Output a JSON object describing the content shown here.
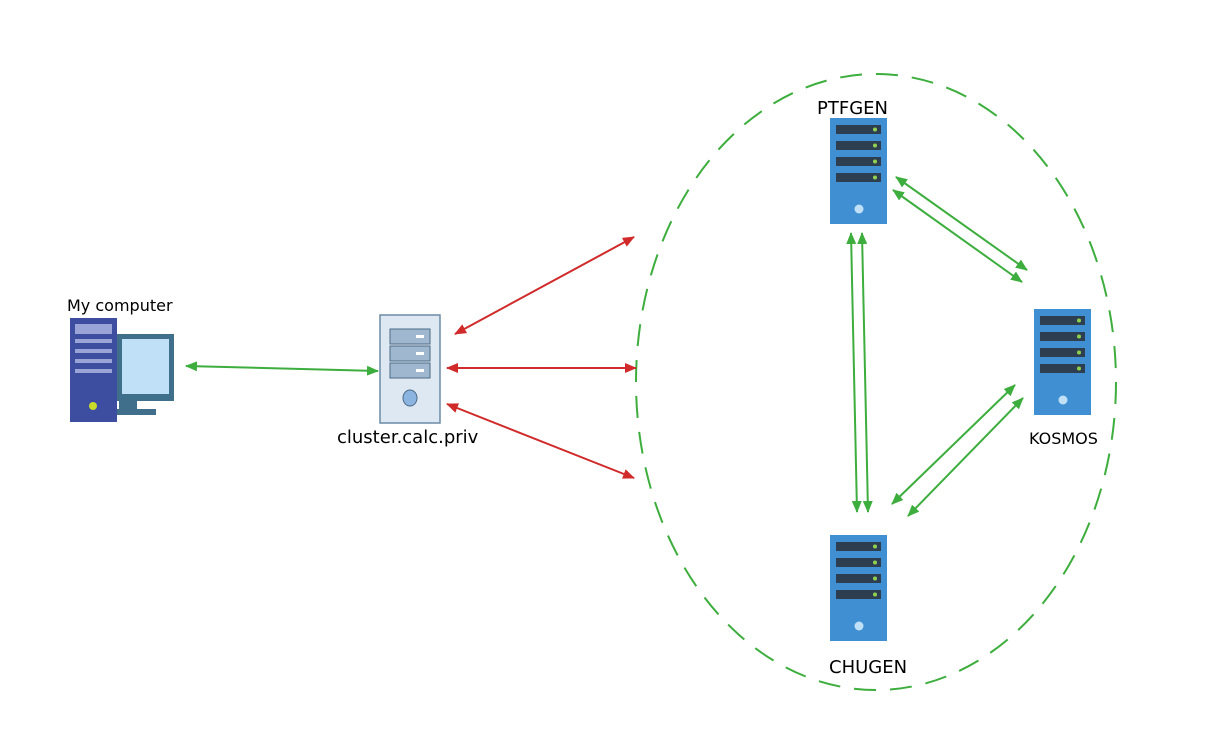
{
  "nodes": {
    "my_computer": "My computer",
    "cluster": "cluster.calc.priv",
    "ptfgen": "PTFGEN",
    "kosmos": "KOSMOS",
    "chugen": "CHUGEN"
  },
  "colors": {
    "green_link": "#3dae3d",
    "red_link": "#d02a2a",
    "cluster_boundary": "#3dae3d",
    "server_blue": "#3f8fd2",
    "server_slot": "#2d3e50",
    "server_led": "#8fd14f",
    "pc_tower": "#3d4ea0",
    "monitor_frame": "#3f6f8a",
    "monitor_screen": "#bfe0f6",
    "head_node_body": "#dde8f2",
    "head_node_drive": "#9fb8cf"
  },
  "icons": {
    "my_computer": "desktop-pc-icon",
    "cluster": "head-node-server-icon",
    "ptfgen": "rack-server-icon",
    "kosmos": "rack-server-icon",
    "chugen": "rack-server-icon"
  }
}
